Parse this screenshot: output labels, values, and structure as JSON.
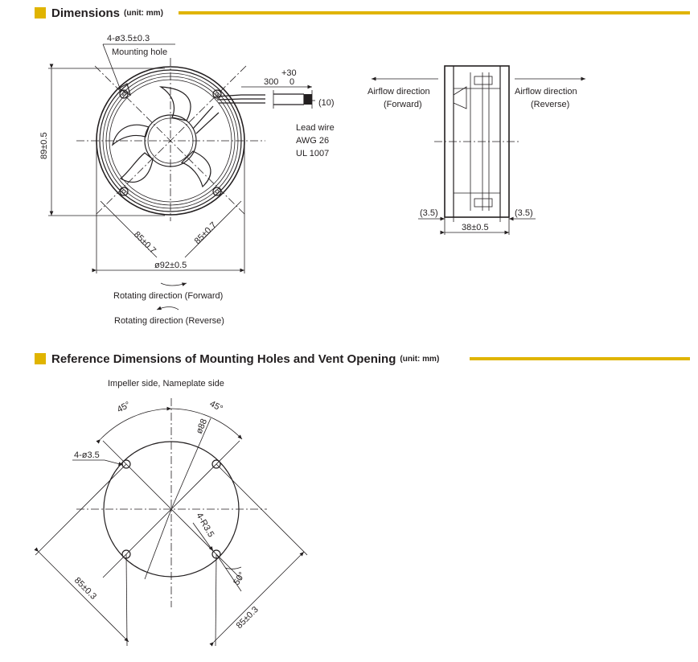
{
  "sections": [
    {
      "title": "Dimensions",
      "unit": "(unit: mm)"
    },
    {
      "title": "Reference Dimensions of Mounting Holes and Vent Opening",
      "unit": "(unit: mm)"
    }
  ],
  "accent_color": "#e0b400",
  "fan_front": {
    "mounting_hole": "4-ø3.5±0.3",
    "mounting_hole_label": "Mounting hole",
    "lead_tol": "+30",
    "lead_len": "300",
    "lead_zero": "0",
    "strip_len": "(10)",
    "lead_wire": [
      "Lead wire",
      "AWG 26",
      "UL 1007"
    ],
    "height": "89±0.5",
    "pitch_left": "85±0.7",
    "pitch_right": "85±0.7",
    "diameter": "ø92±0.5",
    "rot_forward": "Rotating direction (Forward)",
    "rot_reverse": "Rotating direction (Reverse)"
  },
  "fan_side": {
    "airflow_fwd": [
      "Airflow direction",
      "(Forward)"
    ],
    "airflow_rev": [
      "Airflow direction",
      "(Reverse)"
    ],
    "flange_left": "(3.5)",
    "flange_right": "(3.5)",
    "depth": "38±0.5"
  },
  "reference": {
    "caption": "Impeller side, Nameplate side",
    "angle_left": "45°",
    "angle_right": "45°",
    "vent_dia": "ø88",
    "hole": "4-ø3.5",
    "corner_r": "4-R3.5",
    "angle_bottom": "50°",
    "pitch_left": "85±0.3",
    "pitch_right": "85±0.3"
  }
}
